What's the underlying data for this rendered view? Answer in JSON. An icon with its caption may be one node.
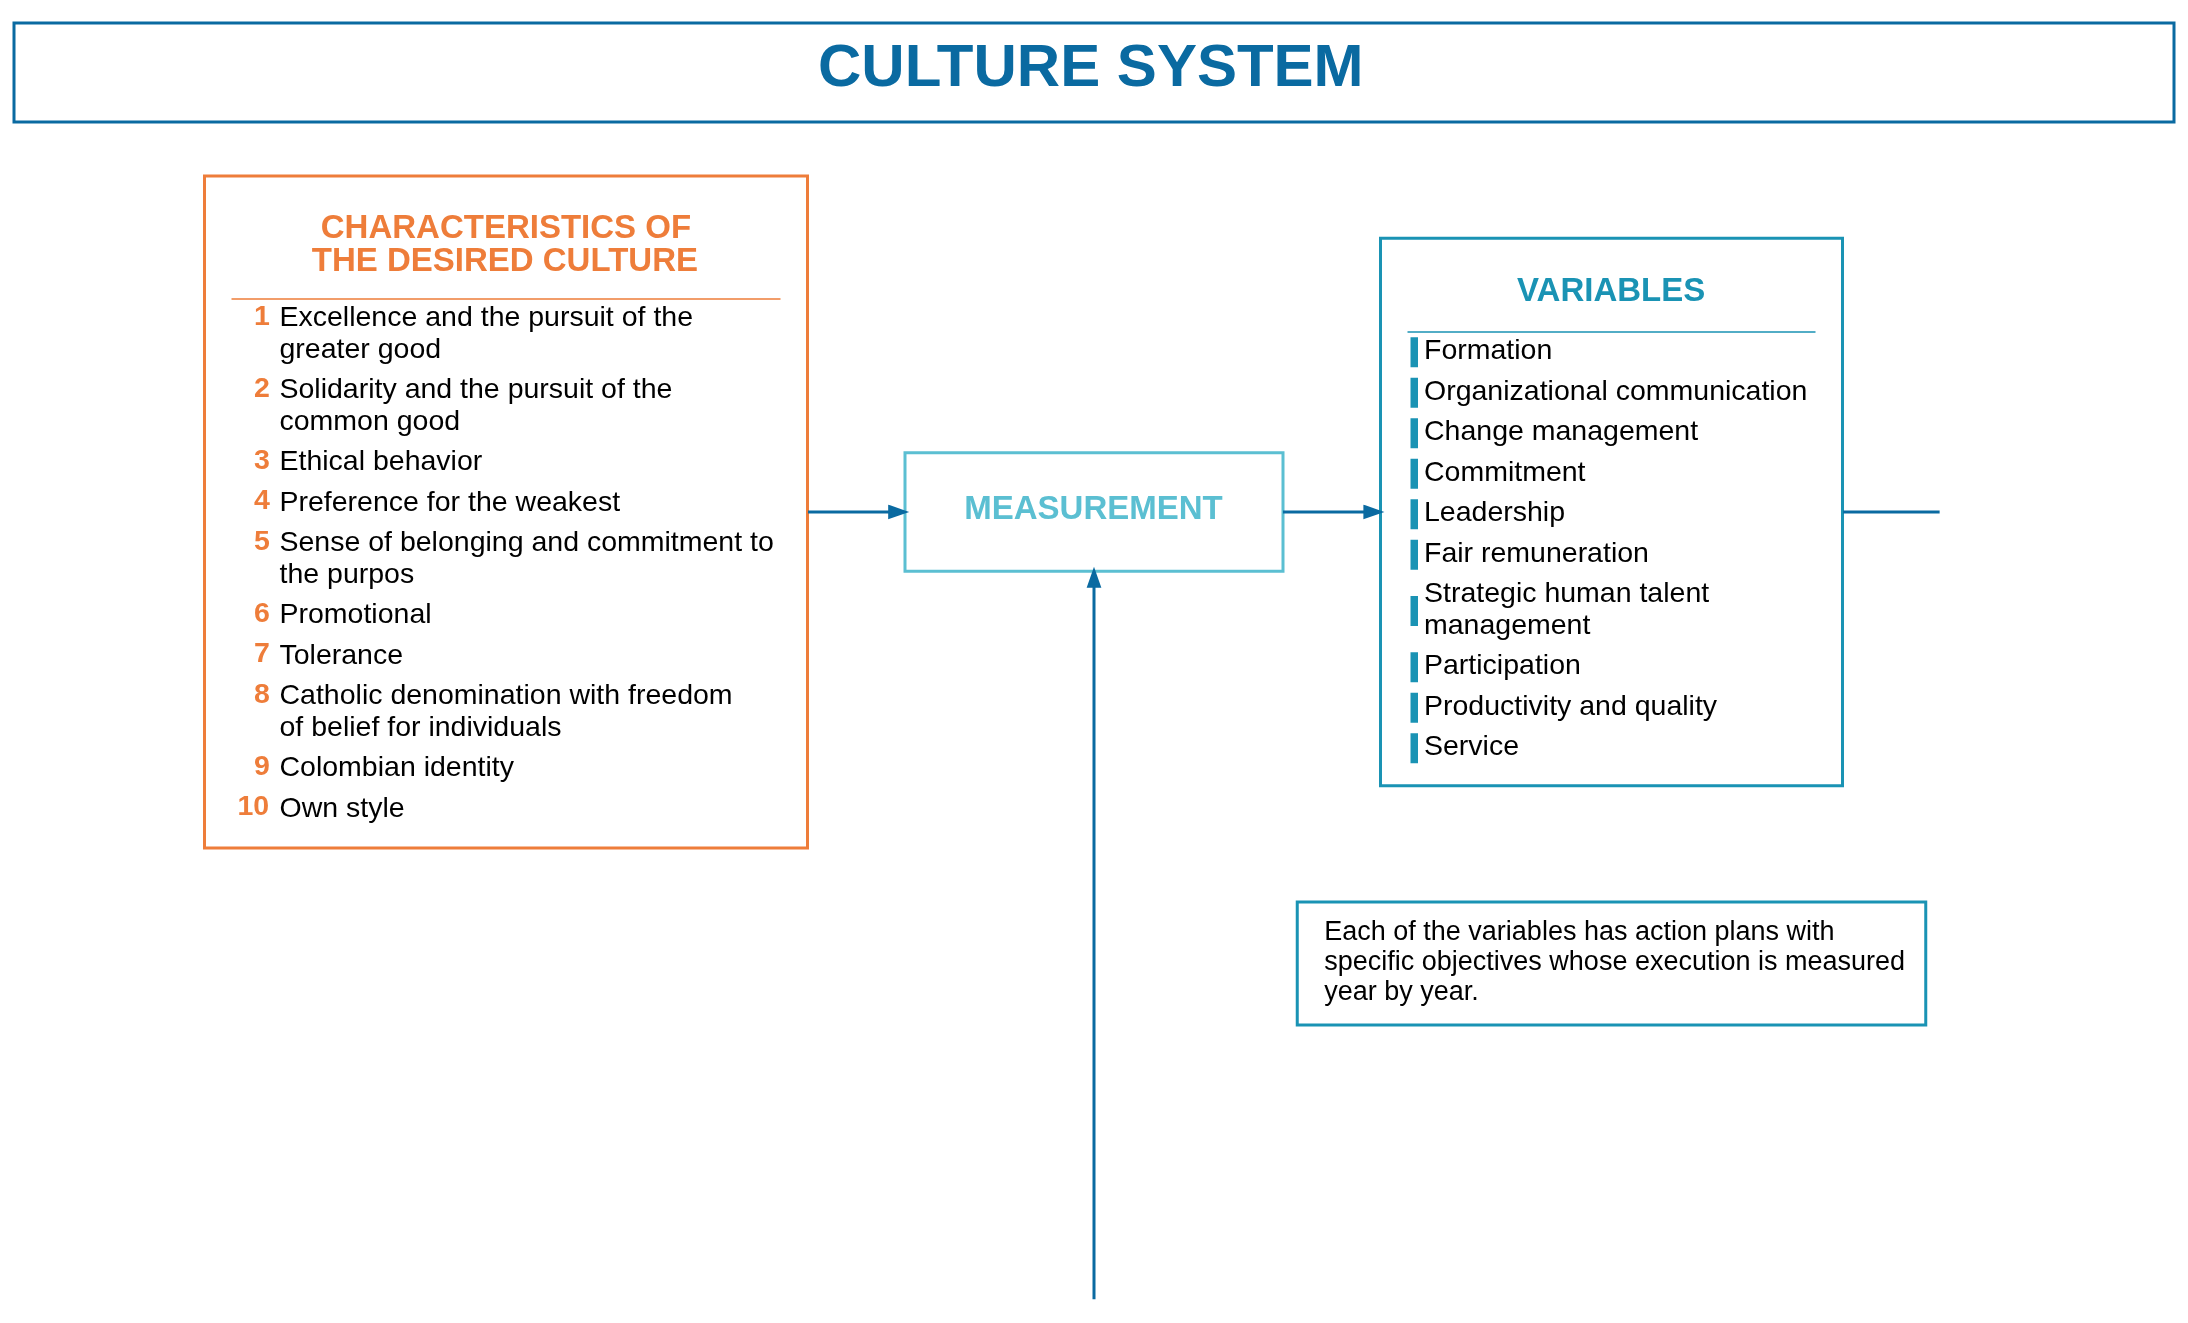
{
  "diagram": {
    "nodes": [
      {
        "text": [
          "CULTURE SYSTEM"
        ]
      },
      {
        "text": [
          "CHARACTERISTICS OF THE DESIRED CULTURE",
          "1",
          "Excellence and the pursuit of the greater good",
          "2",
          "Solidarity and the pursuit of the common good",
          "3",
          "Ethical behavior",
          "4",
          "Preference for the weakest",
          "5",
          "Sense of belonging and commitment to the purpos",
          "6",
          "Promotional",
          "7",
          "Tolerance",
          "8",
          "Catholic denomination with freedom of belief for individuals",
          "9",
          "Colombian identity",
          "10",
          "Own style"
        ]
      },
      {
        "text": [
          "MEASUREMENT"
        ]
      },
      {
        "text": [
          "VARIABLES",
          "Formation",
          "Organizational communication",
          "Change management",
          "Commitment",
          "Leadership",
          "Fair remuneration",
          "Strategic human talent management",
          "Participation",
          "Productivity and quality",
          "Service"
        ]
      },
      {
        "text": [
          "Each of the variables has action plans with specific objectives whose execution is measured year by year."
        ]
      }
    ],
    "edges": [
      {
        "from": 1,
        "to": 2,
        "arrow": "to"
      },
      {
        "from": 2,
        "to": 3,
        "arrow": "to"
      },
      {
        "from": null,
        "to": 2,
        "arrow": "to"
      },
      {
        "from": 3,
        "to": null,
        "arrow": "none"
      }
    ]
  }
}
